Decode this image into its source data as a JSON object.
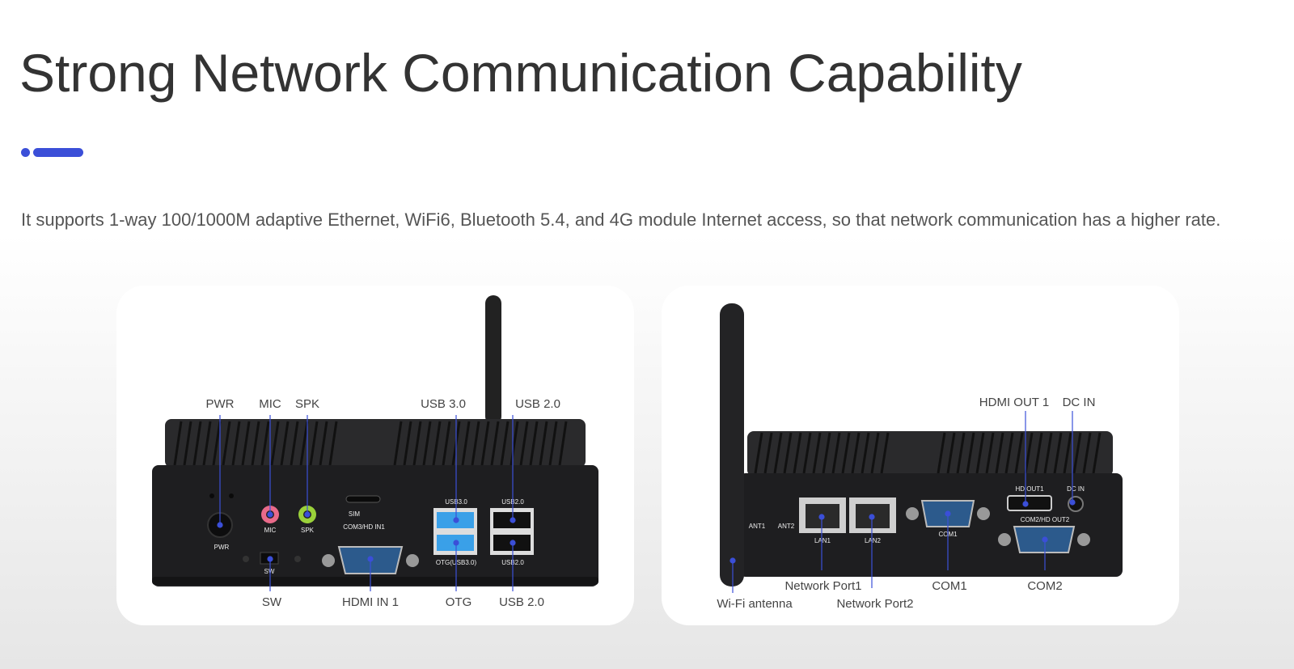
{
  "heading": "Strong Network Communication Capability",
  "description": "It supports 1-way 100/1000M adaptive Ethernet, WiFi6, Bluetooth 5.4, and 4G module Internet access, so that network communication has a higher rate.",
  "front_panel": {
    "top_labels": {
      "pwr": "PWR",
      "mic": "MIC",
      "spk": "SPK",
      "usb30": "USB 3.0",
      "usb20": "USB 2.0"
    },
    "bottom_labels": {
      "sw": "SW",
      "hdmi_in1": "HDMI IN 1",
      "otg": "OTG",
      "usb20b": "USB 2.0"
    },
    "silkscreen": {
      "pwr": "PWR",
      "mic": "MIC",
      "spk": "SPK",
      "sw": "SW",
      "sim": "SIM",
      "com3": "COM3/HD IN1",
      "usb30": "USB3.0",
      "otg": "OTG(USB3.0)",
      "usb20_top": "USB2.0",
      "usb20_bottom": "USB2.0"
    }
  },
  "back_panel": {
    "top_labels": {
      "hdmi_out1": "HDMI OUT 1",
      "dc_in": "DC IN"
    },
    "bottom_labels": {
      "wifi": "Wi-Fi antenna",
      "net1": "Network Port1",
      "net2": "Network Port2",
      "com1": "COM1",
      "com2": "COM2"
    },
    "silkscreen": {
      "ant1": "ANT1",
      "ant2": "ANT2",
      "lan1": "LAN1",
      "lan2": "LAN2",
      "com1": "COM1",
      "hd_out1": "HD OUT1",
      "dcin": "DC IN",
      "com2": "COM2/HD OUT2"
    }
  },
  "colors": {
    "accent": "#3b4fd8",
    "leader": "#3b4fd8",
    "device": "#1e1e20",
    "usb3": "#3aa0e8",
    "com_port": "#2c5a8c"
  }
}
